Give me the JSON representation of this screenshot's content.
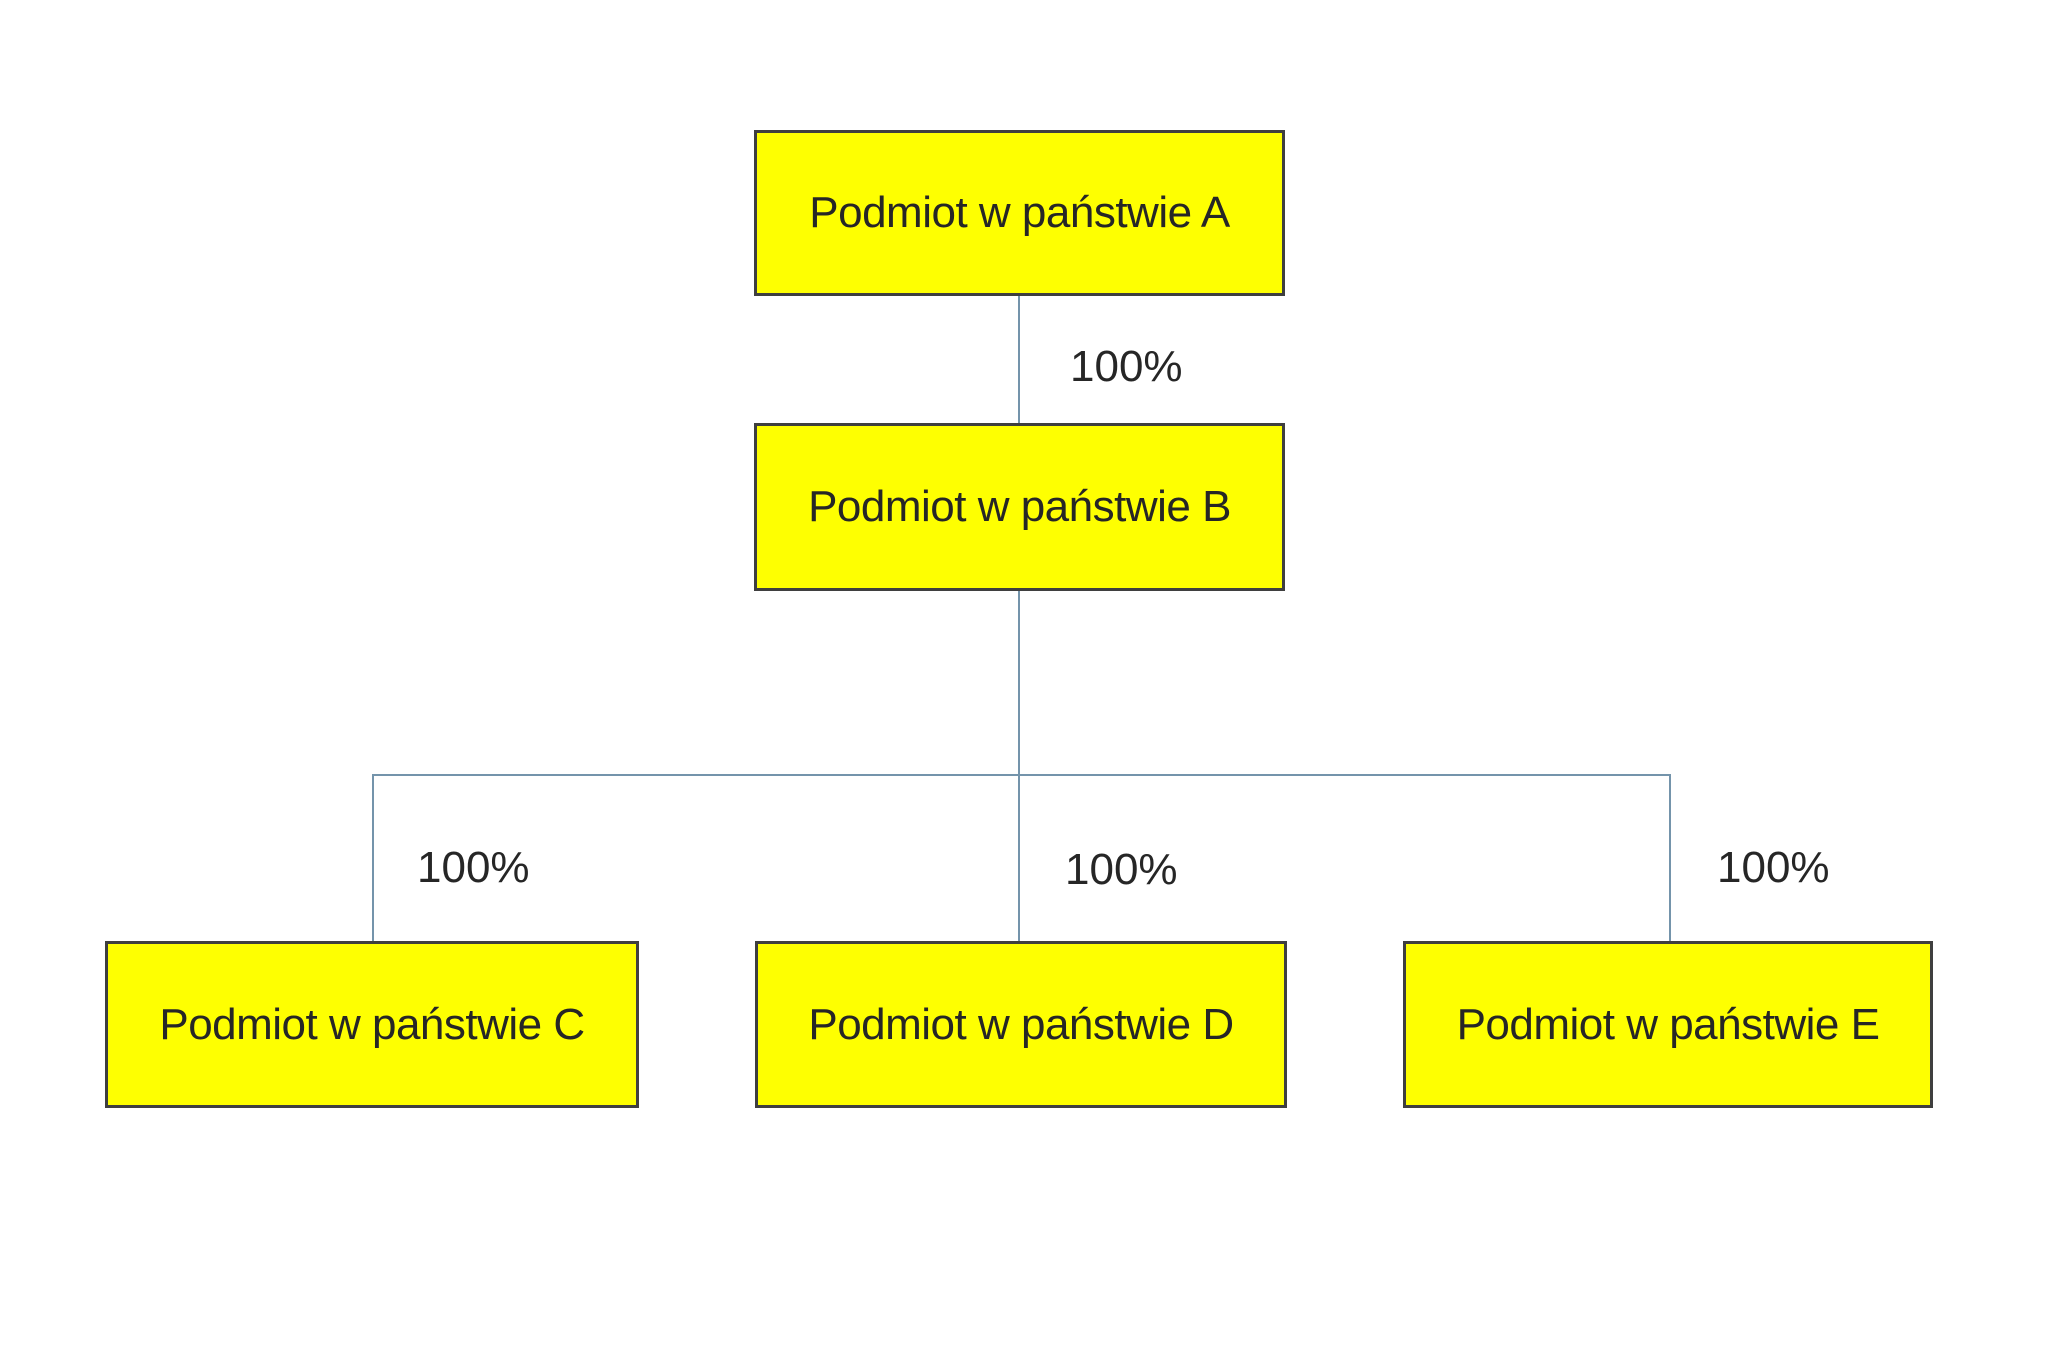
{
  "diagram": {
    "type": "org-ownership-structure",
    "colors": {
      "node_fill": "#feff01",
      "node_border": "#3f3f3f",
      "connector": "#7494ab",
      "text": "#262626",
      "background": "#ffffff"
    },
    "nodes": [
      {
        "id": "A",
        "label": "Podmiot w państwie A"
      },
      {
        "id": "B",
        "label": "Podmiot w państwie B"
      },
      {
        "id": "C",
        "label": "Podmiot w państwie C"
      },
      {
        "id": "D",
        "label": "Podmiot w państwie D"
      },
      {
        "id": "E",
        "label": "Podmiot w państwie E"
      }
    ],
    "edges": [
      {
        "from": "A",
        "to": "B",
        "label": "100%"
      },
      {
        "from": "B",
        "to": "C",
        "label": "100%"
      },
      {
        "from": "B",
        "to": "D",
        "label": "100%"
      },
      {
        "from": "B",
        "to": "E",
        "label": "100%"
      }
    ]
  }
}
